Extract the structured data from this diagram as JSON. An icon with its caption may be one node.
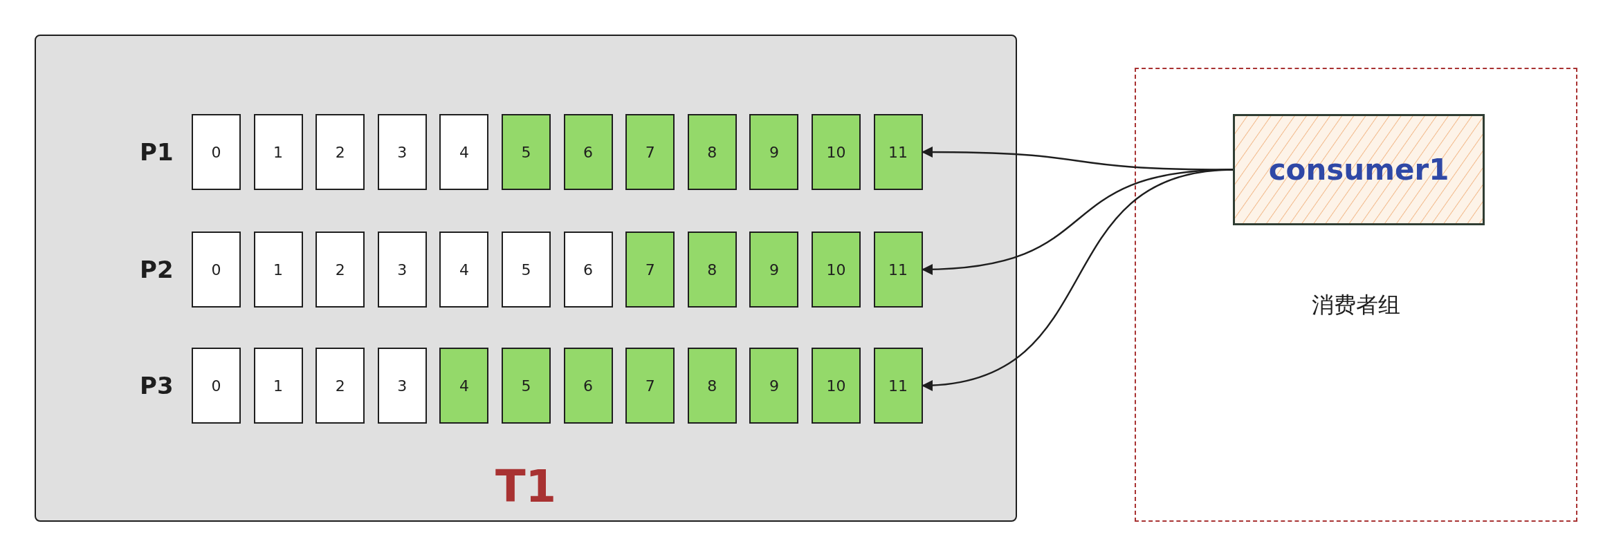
{
  "diagram": {
    "nodes": [
      {
        "text": [
          "T1"
        ]
      },
      {
        "text": [
          "0"
        ],
        "in": 0
      },
      {
        "text": [
          "1"
        ],
        "in": 0
      },
      {
        "text": [
          "2"
        ],
        "in": 0
      },
      {
        "text": [
          "3"
        ],
        "in": 0
      },
      {
        "text": [
          "4"
        ],
        "in": 0
      },
      {
        "text": [
          "5"
        ],
        "in": 0
      },
      {
        "text": [
          "6"
        ],
        "in": 0
      },
      {
        "text": [
          "7"
        ],
        "in": 0
      },
      {
        "text": [
          "8"
        ],
        "in": 0
      },
      {
        "text": [
          "9"
        ],
        "in": 0
      },
      {
        "text": [
          "10"
        ],
        "in": 0
      },
      {
        "text": [
          "11"
        ],
        "in": 0
      },
      {
        "text": [
          "0"
        ],
        "in": 0
      },
      {
        "text": [
          "1"
        ],
        "in": 0
      },
      {
        "text": [
          "2"
        ],
        "in": 0
      },
      {
        "text": [
          "3"
        ],
        "in": 0
      },
      {
        "text": [
          "4"
        ],
        "in": 0
      },
      {
        "text": [
          "5"
        ],
        "in": 0
      },
      {
        "text": [
          "6"
        ],
        "in": 0
      },
      {
        "text": [
          "7"
        ],
        "in": 0
      },
      {
        "text": [
          "8"
        ],
        "in": 0
      },
      {
        "text": [
          "9"
        ],
        "in": 0
      },
      {
        "text": [
          "10"
        ],
        "in": 0
      },
      {
        "text": [
          "11"
        ],
        "in": 0
      },
      {
        "text": [
          "0"
        ],
        "in": 0
      },
      {
        "text": [
          "1"
        ],
        "in": 0
      },
      {
        "text": [
          "2"
        ],
        "in": 0
      },
      {
        "text": [
          "3"
        ],
        "in": 0
      },
      {
        "text": [
          "4"
        ],
        "in": 0
      },
      {
        "text": [
          "5"
        ],
        "in": 0
      },
      {
        "text": [
          "6"
        ],
        "in": 0
      },
      {
        "text": [
          "7"
        ],
        "in": 0
      },
      {
        "text": [
          "8"
        ],
        "in": 0
      },
      {
        "text": [
          "9"
        ],
        "in": 0
      },
      {
        "text": [
          "10"
        ],
        "in": 0
      },
      {
        "text": [
          "11"
        ],
        "in": 0
      },
      {
        "text": [
          "消费者组"
        ]
      },
      {
        "text": [
          "consumer1"
        ],
        "in": 37
      }
    ],
    "edges": [
      {
        "from": 38,
        "to": 12,
        "arrow": "to"
      },
      {
        "from": 38,
        "to": 24,
        "arrow": "to"
      },
      {
        "from": 38,
        "to": 36,
        "arrow": "to"
      }
    ],
    "labels": [
      "P1",
      "P2",
      "P3"
    ]
  }
}
